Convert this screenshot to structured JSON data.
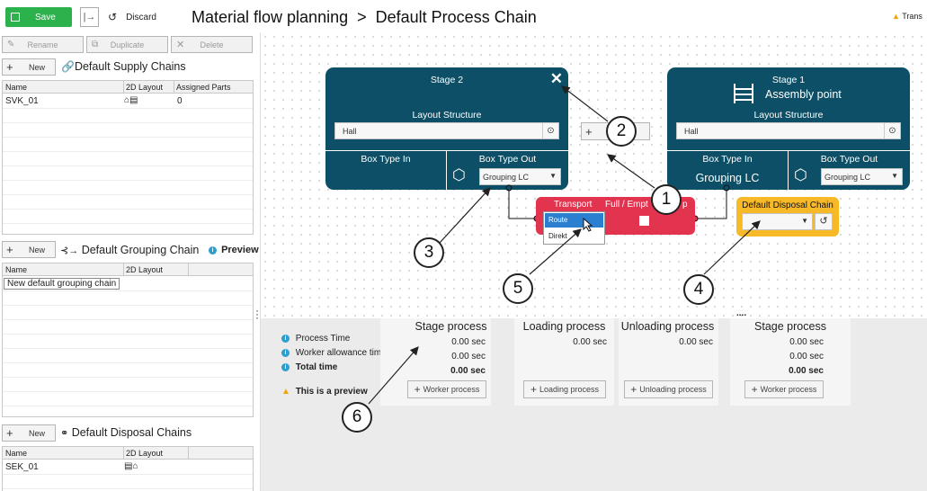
{
  "toolbar": {
    "save": "Save",
    "discard": "Discard",
    "title": "Material flow planning",
    "title_sep": ">",
    "subtitle": "Default Process Chain",
    "warning": "Trans"
  },
  "supply": {
    "rename": "Rename",
    "duplicate": "Duplicate",
    "delete": "Delete",
    "new": "New",
    "title": "Default Supply Chains",
    "cols": [
      "Name",
      "2D Layout",
      "Assigned Parts"
    ],
    "row_name": "SVK_01",
    "row_parts": "0"
  },
  "grouping": {
    "new": "New",
    "title": "Default Grouping Chain",
    "preview": "Preview",
    "col_name": "Name",
    "col_layout": "2D Layout",
    "row_name": "New default grouping chain"
  },
  "disposal": {
    "new": "New",
    "title": "Default Disposal Chains",
    "col_name": "Name",
    "col_layout": "2D Layout",
    "row_name": "SEK_01"
  },
  "stage2": {
    "title": "Stage 2",
    "layout_label": "Layout Structure",
    "hall": "Hall",
    "box_in": "Box Type In",
    "box_out": "Box Type Out",
    "box_out_value": "Grouping LC"
  },
  "stage1": {
    "title": "Stage 1",
    "subtitle": "Assembly point",
    "layout_label": "Layout Structure",
    "hall": "Hall",
    "box_in": "Box Type In",
    "box_in_value": "Grouping LC",
    "box_out": "Box Type Out",
    "box_out_value": "Grouping LC"
  },
  "transport": {
    "title": "Transport",
    "title2": "Full / Empt",
    "title3": "p",
    "options": [
      "Route",
      "Direkt"
    ],
    "selected": "Route"
  },
  "disposal_chain": {
    "label": "Default Disposal Chain"
  },
  "stats": {
    "labels": [
      "Process Time",
      "Worker allowance time",
      "Total time"
    ],
    "preview_warning": "This is a preview",
    "columns": [
      {
        "title": "Stage process",
        "values": [
          "0.00 sec",
          "0.00 sec",
          "0.00 sec"
        ],
        "button": "Worker process"
      },
      {
        "title": "Loading process",
        "values": [
          "0.00 sec"
        ],
        "button": "Loading process"
      },
      {
        "title": "Unloading process",
        "values": [
          "0.00 sec"
        ],
        "button": "Unloading process"
      },
      {
        "title": "Stage process",
        "values": [
          "0.00 sec",
          "0.00 sec",
          "0.00 sec"
        ],
        "button": "Worker process"
      }
    ],
    "more": "...."
  },
  "callouts": [
    "1",
    "2",
    "3",
    "4",
    "5",
    "6"
  ],
  "colors": {
    "save": "#2bb24c",
    "card": "#0c4f66",
    "transport": "#e2334f",
    "disposal": "#f7b928",
    "route_selected": "#2a7fd0"
  }
}
